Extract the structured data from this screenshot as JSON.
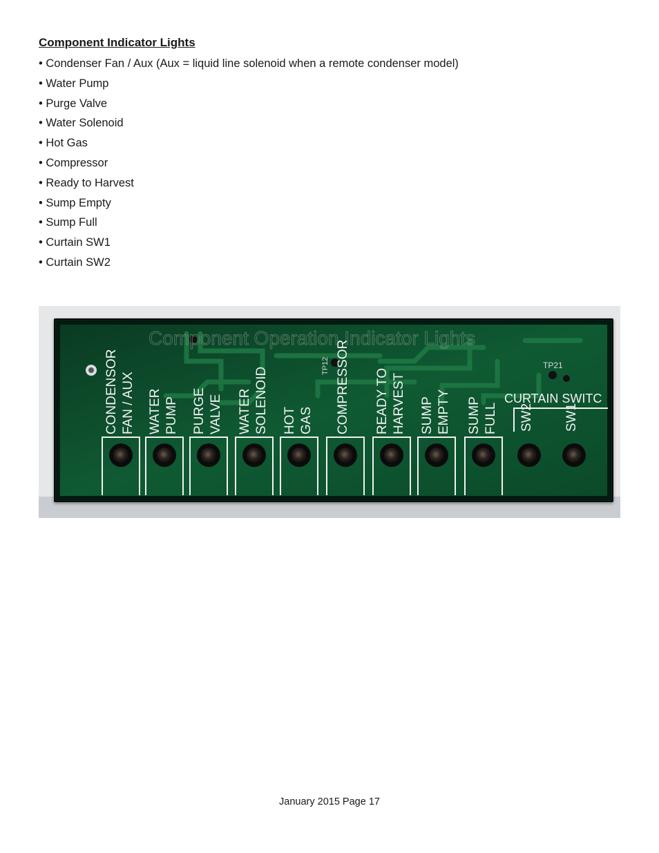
{
  "section": {
    "title": "Component Indicator Lights",
    "items": [
      "Condenser Fan / Aux (Aux = liquid line solenoid when a remote condenser model)",
      "Water Pump",
      "Purge Valve",
      "Water Solenoid",
      "Hot Gas",
      "Compressor",
      "Ready to Harvest",
      "Sump Empty",
      "Sump Full",
      "Curtain SW1",
      "Curtain SW2"
    ]
  },
  "board": {
    "overlay_title": "Component Operation Indicator Lights",
    "testpoints": [
      "TP12",
      "TP21"
    ],
    "group_label": "CURTAIN SWITC",
    "lights": [
      {
        "line1": "CONDENSOR",
        "line2": "FAN / AUX"
      },
      {
        "line1": "WATER",
        "line2": "PUMP"
      },
      {
        "line1": "PURGE",
        "line2": "VALVE"
      },
      {
        "line1": "WATER",
        "line2": "SOLENOID"
      },
      {
        "line1": "HOT",
        "line2": "GAS"
      },
      {
        "line1": "COMPRESSOR",
        "line2": ""
      },
      {
        "line1": "READY TO",
        "line2": "HARVEST"
      },
      {
        "line1": "SUMP",
        "line2": "EMPTY"
      },
      {
        "line1": "SUMP",
        "line2": "FULL"
      },
      {
        "line1": "SW2",
        "line2": ""
      },
      {
        "line1": "SW1",
        "line2": ""
      }
    ]
  },
  "footer": "January 2015 Page 17"
}
